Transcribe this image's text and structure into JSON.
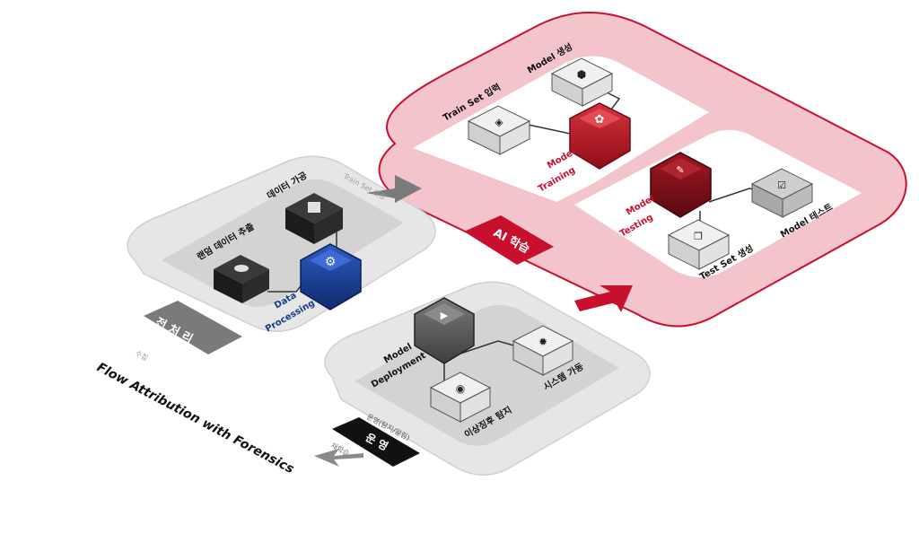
{
  "caption": "Flow Attribution with Forensics",
  "colors": {
    "ai_red": "#c8102e",
    "ai_panel": "#f1b6c0",
    "data_blue": "#163a8c",
    "dark_box": "#2b2b2b",
    "deploy_gray": "#595959",
    "gray_panel": "#d9d9d9"
  },
  "preprocess": {
    "tab": "전 처 리",
    "collect": "수집",
    "output": "Train Set 생성",
    "node_extract": "랜덤 데이터 추출",
    "node_process": "데이터 가공",
    "core_line1": "Data",
    "core_line2": "Processing",
    "icons": [
      "database-icon",
      "document-icon",
      "gears-icon"
    ]
  },
  "ai": {
    "tab": "AI 학습",
    "node_train_input": "Train Set 입력",
    "node_model_create": "Model 생성",
    "training_line1": "Model",
    "training_line2": "Training",
    "testing_line1": "Model",
    "testing_line2": "Testing",
    "node_test_set": "Test Set 생성",
    "node_model_test": "Model 테스트",
    "icons": [
      "codepen-icon",
      "cube-icon",
      "network-icon",
      "edit-icon",
      "copy-icon",
      "check-square-icon"
    ]
  },
  "operation": {
    "tab": "운 영",
    "subtitle": "운영(탐지/알림)",
    "output": "재학습",
    "deploy_line1": "Model",
    "deploy_line2": "Deployment",
    "node_anomaly": "이상징후 탐지",
    "node_system": "시스템 가동",
    "icons": [
      "play-icon",
      "eye-icon",
      "settings-icon"
    ]
  }
}
